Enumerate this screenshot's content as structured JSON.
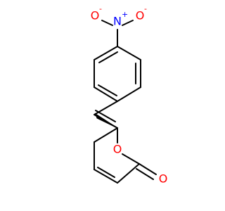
{
  "molecule": {
    "atoms": {
      "nitro_o_left": "O",
      "nitro_o_left_charge": "-",
      "nitro_n": "N",
      "nitro_n_charge": "+",
      "nitro_o_right": "O",
      "nitro_o_right_charge": "-",
      "ring_o": "O",
      "carbonyl_o": "O"
    },
    "colors": {
      "oxygen": "#ff0000",
      "nitrogen": "#0000ff",
      "bond": "#000000"
    }
  }
}
